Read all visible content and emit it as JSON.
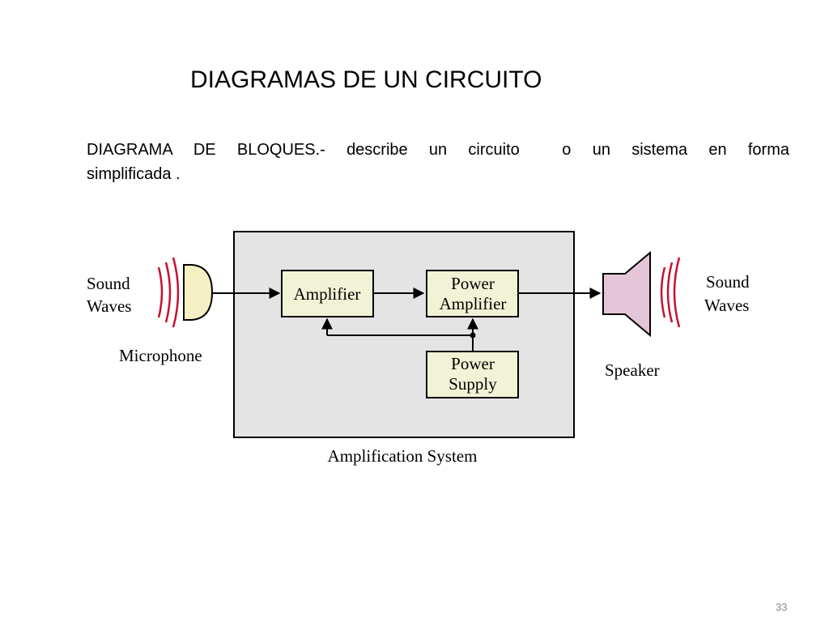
{
  "slide": {
    "title": "DIAGRAMAS DE UN CIRCUITO",
    "description_line1": "DIAGRAMA DE BLOQUES.- describe un circuito  o un sistema en forma",
    "description_line2": "simplificada .",
    "page_number": "33"
  },
  "diagram": {
    "input_label_line1": "Sound",
    "input_label_line2": "Waves",
    "microphone_label": "Microphone",
    "amplifier_label": "Amplifier",
    "power_amplifier_line1": "Power",
    "power_amplifier_line2": "Amplifier",
    "power_supply_line1": "Power",
    "power_supply_line2": "Supply",
    "system_label": "Amplification System",
    "speaker_label": "Speaker",
    "output_label_line1": "Sound",
    "output_label_line2": "Waves",
    "colors": {
      "system_box_fill": "#e4e4e4",
      "block_fill": "#f2f2d6",
      "microphone_fill": "#f4f0c4",
      "speaker_fill": "#e5c6d8",
      "wave_color": "#c8102e"
    }
  }
}
